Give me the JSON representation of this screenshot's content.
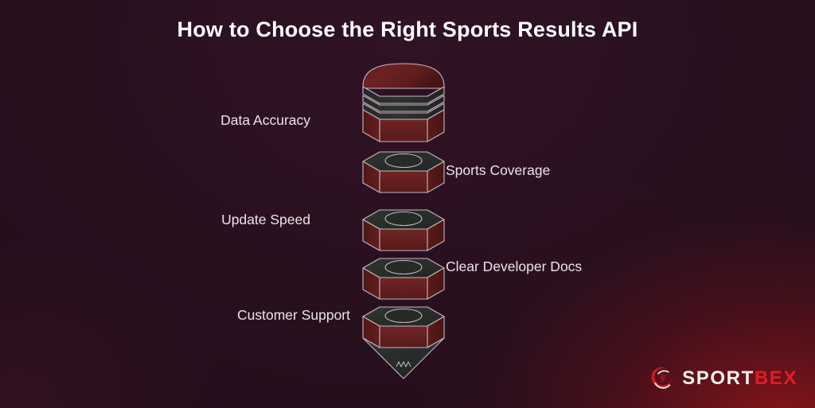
{
  "page": {
    "title": "How to Choose the Right Sports Results API",
    "background_color": "#2b1121",
    "accent_color": "#e11d24"
  },
  "funnel": {
    "type": "funnel-diagram",
    "segment_body_color": "#5f1b1c",
    "segment_top_color": "#2b302d",
    "segment_outline_color": "#c9b6c4",
    "stages": [
      {
        "label": "Data Accuracy",
        "side": "left",
        "order": 1
      },
      {
        "label": "Sports Coverage",
        "side": "right",
        "order": 2
      },
      {
        "label": "Update Speed",
        "side": "left",
        "order": 3
      },
      {
        "label": "Clear Developer Docs",
        "side": "right",
        "order": 4
      },
      {
        "label": "Customer Support",
        "side": "left",
        "order": 5
      }
    ]
  },
  "logo": {
    "mark": "sportbex-swoosh-icon",
    "text_primary": "SPORT",
    "text_accent": "BEX"
  }
}
